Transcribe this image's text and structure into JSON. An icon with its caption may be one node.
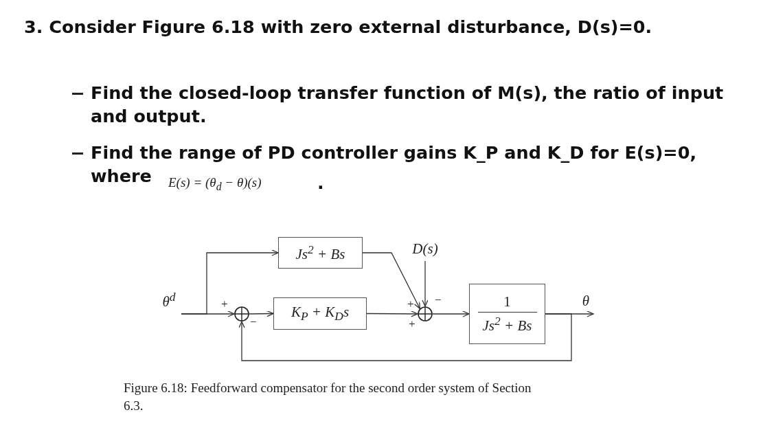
{
  "diagram": {
    "title": "3. Consider Figure 6.18 with zero external disturbance, D(s)=0.",
    "caption": "Figure 6.18: Feedforward compensator for the second order system of Section 6.3.",
    "nodes": [
      {
        "text": [
          "θ$^{d}$"
        ]
      },
      {
        "text": [],
        "shape": "circle",
        "beside": [
          "+",
          "−"
        ]
      },
      {
        "text": [
          "K$_{P}$ + K$_{D}$s"
        ]
      },
      {
        "text": [
          "Js$^{2}$ + Bs"
        ]
      },
      {
        "text": [
          "D(s)"
        ]
      },
      {
        "text": [],
        "shape": "circle",
        "beside": [
          "+",
          "+",
          "−"
        ]
      },
      {
        "text": [
          "1",
          "Js$^{2}$ + Bs"
        ]
      },
      {
        "text": [
          "θ"
        ]
      }
    ],
    "edges": [
      {
        "from": 0,
        "to": 1,
        "arrow": "to"
      },
      {
        "from": 0,
        "to": 3,
        "arrow": "to"
      },
      {
        "from": 1,
        "to": 2,
        "arrow": "to"
      },
      {
        "from": 3,
        "to": 5,
        "arrow": "to"
      },
      {
        "from": 2,
        "to": 5,
        "arrow": "to"
      },
      {
        "from": 4,
        "to": 5,
        "arrow": "to"
      },
      {
        "from": 5,
        "to": 6,
        "arrow": "to"
      },
      {
        "from": 6,
        "to": 7,
        "arrow": "to"
      },
      {
        "from": 6,
        "to": 1,
        "arrow": "to"
      }
    ],
    "labels": [
      "Find the closed-loop transfer function of M(s), the ratio of input and output.",
      "Find the range of PD controller gains K_P and K_D for E(s)=0, where",
      "E(s) = (θ$_{d}$ − θ)(s)",
      "."
    ]
  }
}
